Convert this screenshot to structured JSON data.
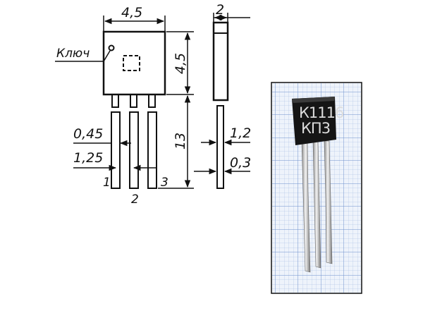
{
  "drawing": {
    "dims": {
      "body_width": "4,5",
      "body_depth": "2",
      "body_height": "4,5",
      "lead_length": "13",
      "lead_width": "0,45",
      "lead_pitch": "1,25",
      "lead_side_width": "1,2",
      "lead_thickness": "0,3"
    },
    "key_label": "Ключ",
    "pins": [
      "1",
      "2",
      "3"
    ]
  },
  "photo": {
    "marking_line1": "К1116",
    "marking_line2": "КП3",
    "grid_color": "#7b9bd1",
    "background_color": "#eef3fb"
  }
}
